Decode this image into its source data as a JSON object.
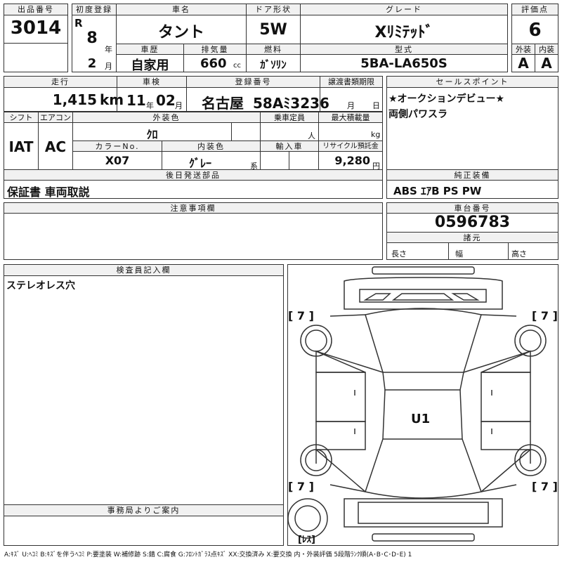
{
  "header": {
    "lot_label": "出品番号",
    "lot_value": "3014",
    "first_reg_label": "初度登録",
    "era": "R",
    "year": "8",
    "year_unit": "年",
    "month": "2",
    "month_unit": "月",
    "car_name_label": "車名",
    "car_name": "タント",
    "door_label": "ドア形状",
    "door": "5W",
    "grade_label": "グレード",
    "grade": "Xﾘﾐﾃｯﾄﾞ",
    "score_label": "評価点",
    "score": "6",
    "history_label": "車歴",
    "history": "自家用",
    "displacement_label": "排気量",
    "displacement": "660",
    "displacement_unit": "cc",
    "fuel_label": "燃料",
    "fuel": "ｶﾞｿﾘﾝ",
    "model_label": "型式",
    "model": "5BA-LA650S",
    "exterior_label": "外装",
    "exterior": "A",
    "interior_label": "内装",
    "interior": "A"
  },
  "row2": {
    "mileage_label": "走行",
    "mileage": "1,415",
    "mileage_unit": "km",
    "inspection_label": "車検",
    "insp_year": "11",
    "insp_year_unit": "年",
    "insp_month": "02",
    "insp_month_unit": "月",
    "reg_label": "登録番号",
    "reg_city": "名古屋",
    "reg_num": "58Aﾐ3236",
    "transfer_label": "譲渡書類期限",
    "transfer_month_unit": "月",
    "transfer_day_unit": "日",
    "sales_label": "セールスポイント",
    "sales_points": [
      "★オークションデビュー★",
      "両側パワスラ"
    ]
  },
  "row3": {
    "shift_label": "シフト",
    "shift": "IAT",
    "ac_label": "エアコン",
    "ac": "AC",
    "ext_color_label": "外装色",
    "ext_color": "ｸﾛ",
    "capacity_label": "乗車定員",
    "capacity_unit": "人",
    "load_label": "最大積載量",
    "load_unit": "kg",
    "color_no_label": "カラーNo.",
    "color_no": "X07",
    "int_color_label": "内装色",
    "int_color": "ｸﾞﾚｰ",
    "int_color_unit": "系",
    "import_label": "輸入車",
    "recycle_label": "リサイクル預託金",
    "recycle": "9,280",
    "recycle_unit": "円"
  },
  "parts": {
    "label": "後日発送部品",
    "value": "保証書 車両取説",
    "equip_label": "純正装備",
    "equip": "ABS ｴｱB PS PW"
  },
  "notes": {
    "label": "注意事項欄",
    "chassis_label": "車台番号",
    "chassis": "0596783",
    "spec_label": "諸元",
    "length_label": "長さ",
    "width_label": "幅",
    "height_label": "高さ"
  },
  "inspector": {
    "label": "検査員記入欄",
    "text": "ステレオレス穴"
  },
  "office": {
    "label": "事務局よりご案内"
  },
  "diagram": {
    "marks": [
      "[ 7 ]",
      "[ 7 ]",
      "[ 7 ]",
      "[ 7 ]"
    ],
    "center": "U1",
    "spare": "[ﾚｽ]"
  },
  "legend": "A:ｷｽﾞ U:ﾍｺﾐ B:ｷｽﾞを伴うﾍｺﾐ P:要塗装 W:補修跡 S:錆 C:腐食 G:ﾌﾛﾝﾄｶﾞﾗｽ点ｷｽﾞ XX:交換済み X:要交換 内・外装評価 5段階ﾗﾝｸ順(A･B･C･D･E) 1"
}
